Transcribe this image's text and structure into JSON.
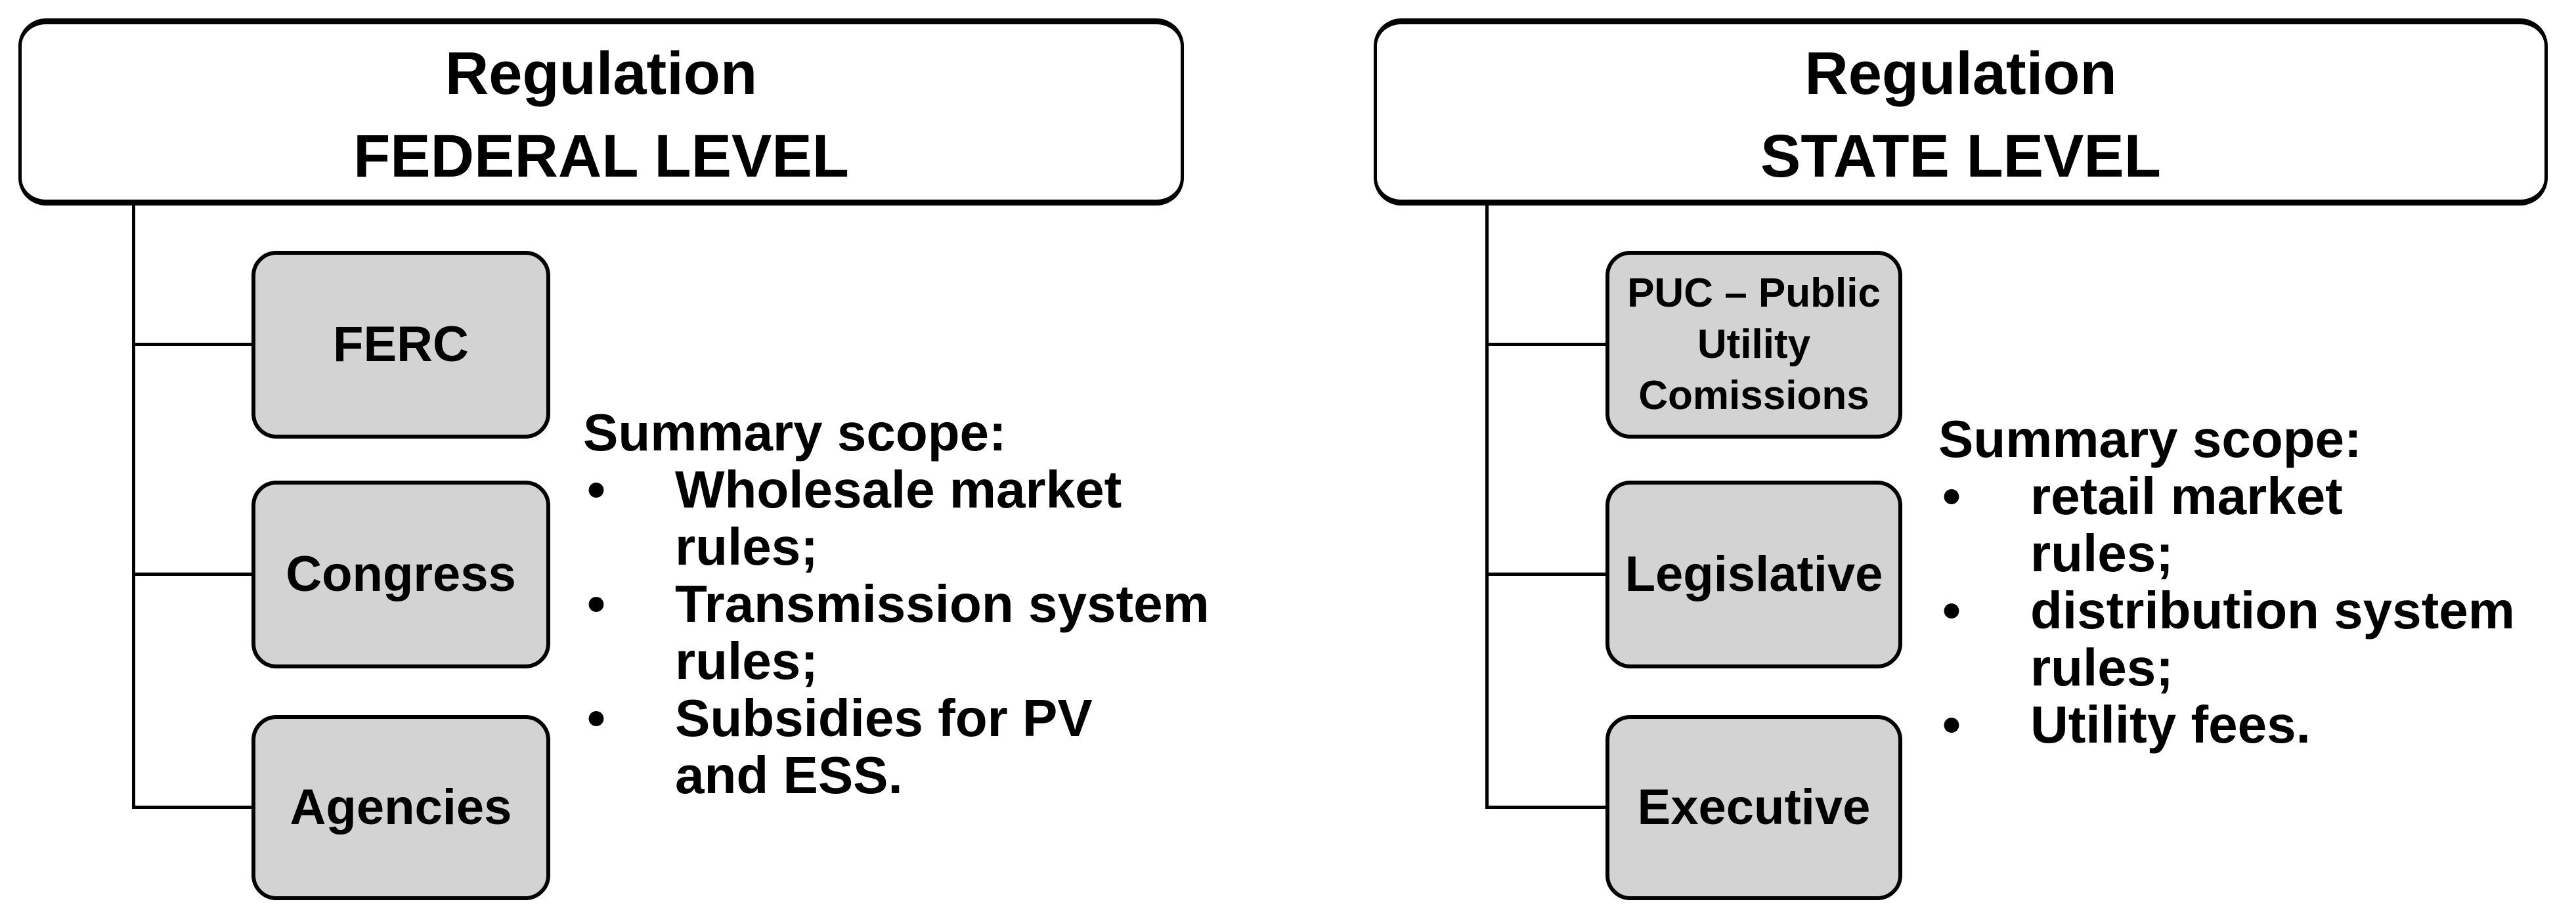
{
  "bullet_char": "•",
  "colors": {
    "background": "#ffffff",
    "node_fill": "#d3d3d3",
    "header_fill": "#ffffff",
    "border": "#000000",
    "connector": "#000000",
    "text": "#000000"
  },
  "federal": {
    "header": {
      "line1": "Regulation",
      "line2": "FEDERAL LEVEL"
    },
    "nodes": [
      {
        "lines": [
          "FERC"
        ]
      },
      {
        "lines": [
          "Congress"
        ]
      },
      {
        "lines": [
          "Agencies"
        ]
      }
    ],
    "summary": {
      "title": "Summary scope:",
      "items": [
        {
          "lines": [
            "Wholesale market",
            "rules;"
          ]
        },
        {
          "lines": [
            "Transmission system",
            "rules;"
          ]
        },
        {
          "lines": [
            "Subsidies for PV",
            "and ESS."
          ]
        }
      ]
    }
  },
  "state": {
    "header": {
      "line1": "Regulation",
      "line2": "STATE LEVEL"
    },
    "nodes": [
      {
        "lines": [
          "PUC – Public",
          "Utility",
          "Comissions"
        ]
      },
      {
        "lines": [
          "Legislative"
        ]
      },
      {
        "lines": [
          "Executive"
        ]
      }
    ],
    "summary": {
      "title": "Summary scope:",
      "items": [
        {
          "lines": [
            "retail market",
            "rules;"
          ]
        },
        {
          "lines": [
            "distribution system",
            "rules;"
          ]
        },
        {
          "lines": [
            "Utility fees."
          ]
        }
      ]
    }
  }
}
